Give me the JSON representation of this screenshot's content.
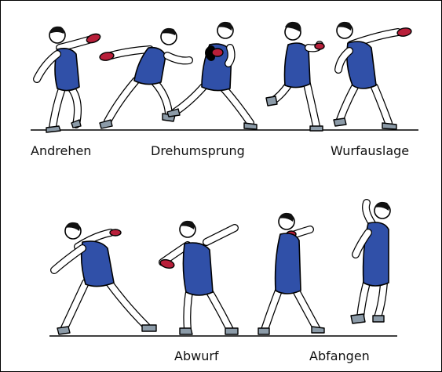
{
  "colors": {
    "singlet": "#3050a8",
    "singlet_dark": "#243f8a",
    "skin": "#ffffff",
    "hair": "#111111",
    "discus": "#b81f3a",
    "shoe": "#8c9ba8",
    "outline": "#000000"
  },
  "labels": {
    "row1": {
      "andrehen": "Andrehen",
      "drehumsprung": "Drehumsprung",
      "wurfauslage": "Wurfauslage"
    },
    "row2": {
      "abwurf": "Abwurf",
      "abfangen": "Abfangen"
    }
  }
}
